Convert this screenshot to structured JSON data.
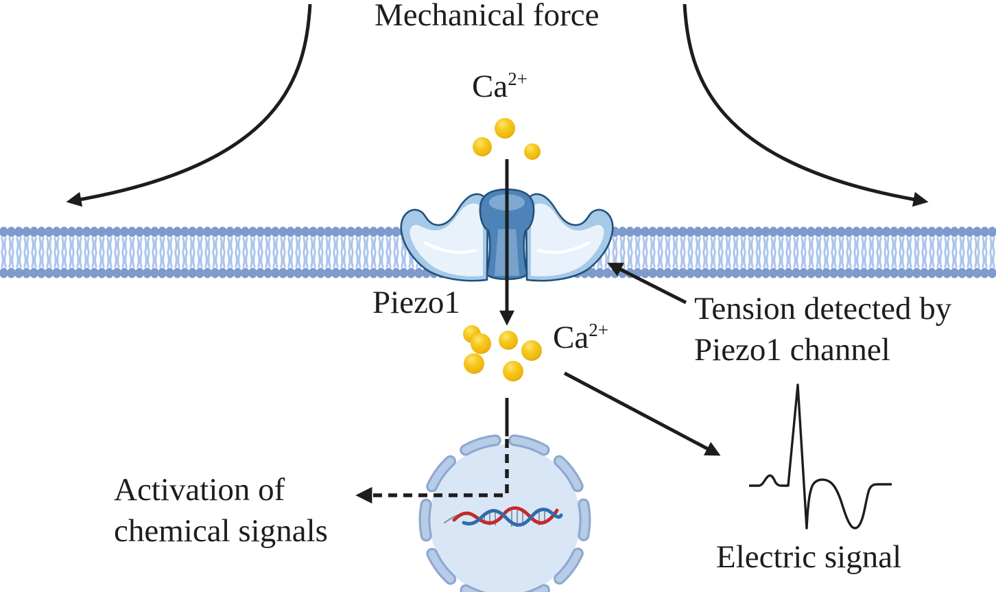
{
  "labels": {
    "mechanical_force": "Mechanical force",
    "ca_top": {
      "base": "Ca",
      "sup": "2+"
    },
    "piezo1": "Piezo1",
    "ca_bottom": {
      "base": "Ca",
      "sup": "2+"
    },
    "tension": {
      "line1": "Tension detected by",
      "line2": "Piezo1 channel"
    },
    "activation": {
      "line1": "Activation of",
      "line2": "chemical signals"
    },
    "electric_signal": "Electric signal"
  },
  "icons": {
    "membrane": "lipid-bilayer-band",
    "channel": "piezo1-channel-protein",
    "ion": "calcium-ion-sphere",
    "nucleus": "cell-nucleus-dashed-envelope",
    "dna": "dna-double-helix",
    "waveform": "action-potential-spike-trace",
    "arrows": "black-flow-arrows"
  },
  "colors": {
    "ink": "#1d1d1b",
    "membrane_head": "#7e9bce",
    "membrane_tail": "#abc5ec",
    "wing_shade": "#a6c9e8",
    "wing_light": "#e9f2fb",
    "channel_outline": "#21517d",
    "pore_fill": "#4d83b7",
    "pore_highlight": "#7fa9d2",
    "pore_stripe": "#9fc1e2",
    "ion_core": "#ffe473",
    "ion_mid": "#f6c91f",
    "ion_edge": "#d89a05",
    "nucleus_fill": "#d9e6f5",
    "nucleus_ring": "#b6cce9",
    "nucleus_ring_edge": "#8fa9cf",
    "dna_red": "#c42a28",
    "dna_blue": "#2e6cab",
    "dna_rung": "#8796ad"
  }
}
